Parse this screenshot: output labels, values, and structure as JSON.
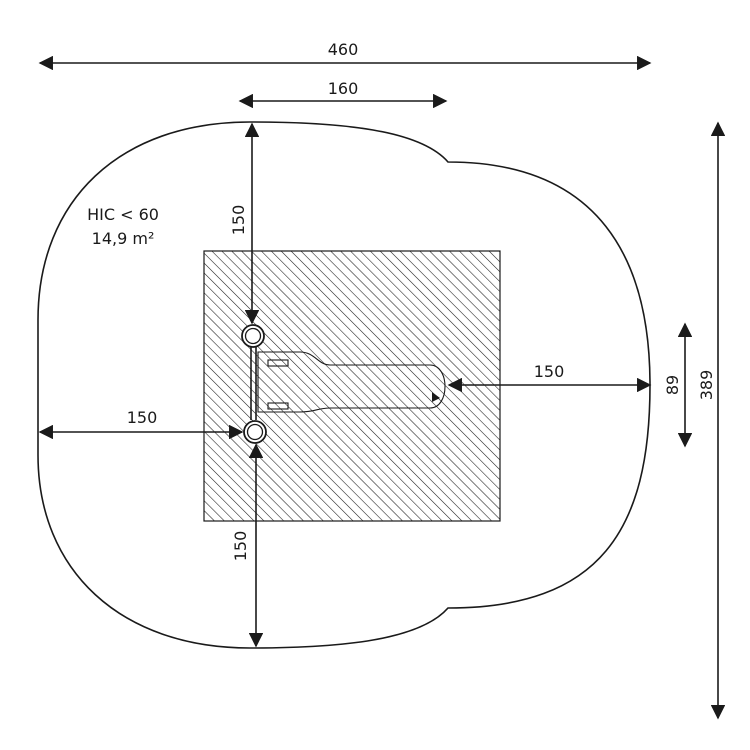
{
  "diagram": {
    "safety_zone": {
      "label_hic": "HIC < 60",
      "label_area": "14,9 m²"
    },
    "dimensions": {
      "overall_width": "460",
      "equipment_width": "160",
      "overall_depth": "389",
      "equipment_depth": "89",
      "top_clearance": "150",
      "bottom_clearance": "150",
      "left_clearance": "150",
      "right_clearance": "150"
    },
    "colors": {
      "line": "#1a1a1a",
      "hatch_fill": "#ffffff"
    }
  }
}
